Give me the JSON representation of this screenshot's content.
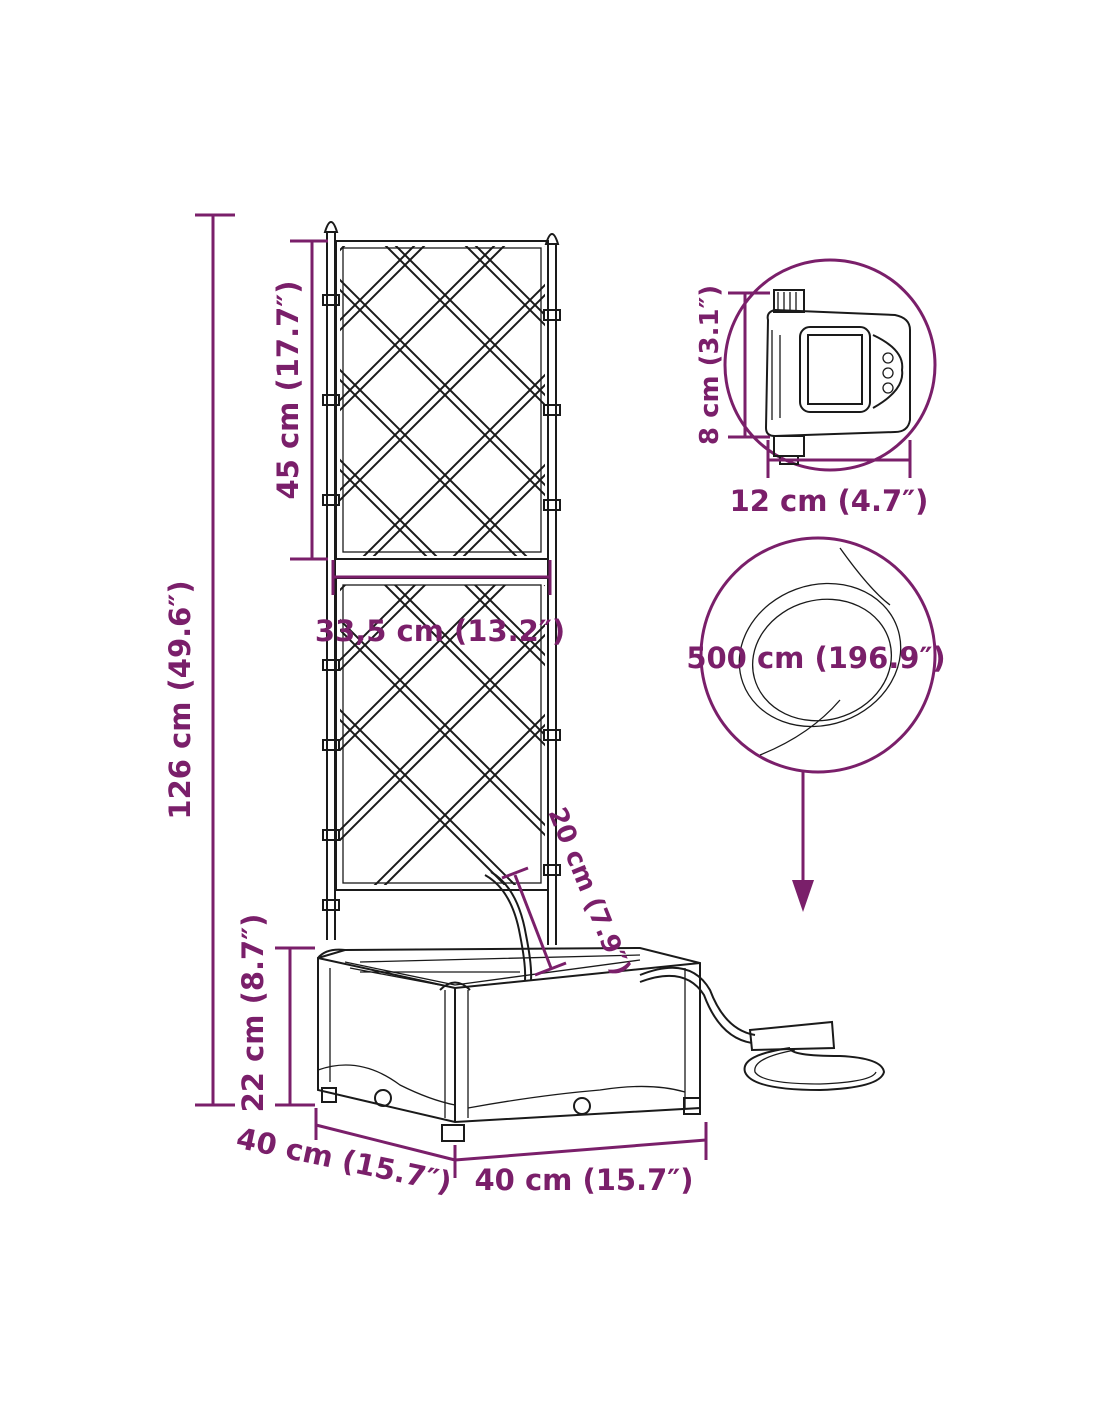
{
  "colors": {
    "dimension": "#7a1f6a",
    "outline": "#1a1a1a",
    "background": "#ffffff"
  },
  "dimensions": {
    "total_height": "126 cm (49.6″)",
    "trellis_panel_height": "45 cm (17.7″)",
    "trellis_width": "33,5 cm (13.2″)",
    "hose_height": "20 cm (7.9″)",
    "planter_height": "22 cm (8.7″)",
    "planter_depth": "40 cm (15.7″)",
    "planter_width": "40 cm (15.7″)",
    "timer_height": "8 cm (3.1″)",
    "timer_width": "12 cm (4.7″)",
    "hose_length": "500 cm (196.9″)"
  },
  "icons": [
    "trellis-planter",
    "water-timer",
    "coiled-hose",
    "down-arrow"
  ]
}
